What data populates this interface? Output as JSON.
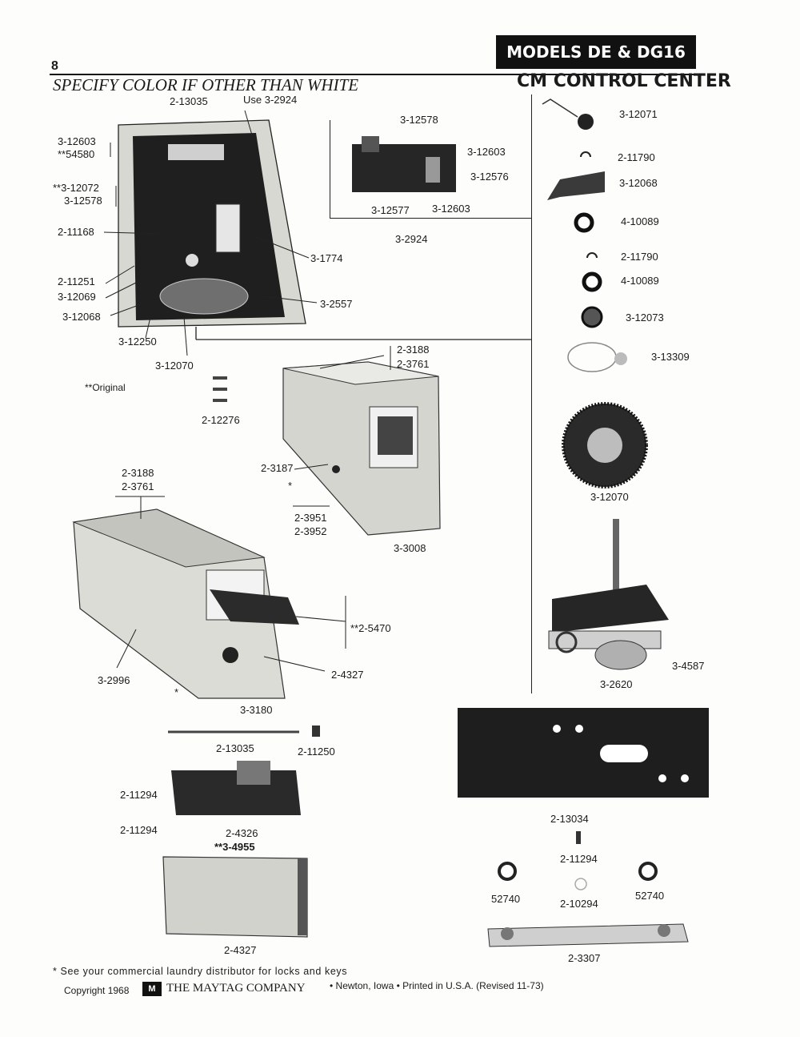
{
  "header": {
    "page_number": "8",
    "specify_note": "SPECIFY COLOR IF OTHER THAN WHITE",
    "models": "MODELS DE & DG16",
    "section": "CM CONTROL CENTER"
  },
  "top_left": {
    "labels": {
      "p1": "2-13035",
      "p2": "Use 3-2924",
      "p3": "3-12603",
      "p4": "**54580",
      "p5": "**3-12072",
      "p6": "3-12578",
      "p7": "2-11168",
      "p8": "2-11251",
      "p9": "3-12069",
      "p10": "3-12068",
      "p11": "3-12250",
      "p12": "3-12070",
      "p13": "3-1774",
      "p14": "3-2557"
    }
  },
  "switch_assembly": {
    "labels": {
      "a1": "3-12578",
      "a2": "3-12603",
      "a3": "3-12576",
      "a4": "3-12577",
      "a5": "3-12603",
      "a6": "3-2924"
    }
  },
  "right_column": {
    "labels": {
      "r1": "3-12071",
      "r2": "2-11790",
      "r3": "3-12068",
      "r4": "4-10089",
      "r5": "2-11790",
      "r6": "4-10089",
      "r7": "3-12073",
      "r8": "3-13309",
      "r9": "3-12070",
      "r10": "3-4587",
      "r11": "3-2620"
    }
  },
  "middle": {
    "labels": {
      "m1": "2-3188",
      "m2": "2-3761",
      "m3": "**Original",
      "m4": "2-12276",
      "m5": "2-3187",
      "m6": "*",
      "m7": "2-3951",
      "m8": "2-3952",
      "m9": "3-3008"
    }
  },
  "console": {
    "labels": {
      "c1": "2-3188",
      "c2": "2-3761",
      "c3": "**2-5470",
      "c4": "2-4327",
      "c5": "3-2996",
      "c6": "*",
      "c7": "3-3180"
    }
  },
  "bottom_left": {
    "labels": {
      "b1": "2-13035",
      "b2": "2-11250",
      "b3": "2-11294",
      "b4": "2-11294",
      "b5": "2-4326",
      "b6": "**3-4955",
      "b7": "2-4327"
    }
  },
  "bottom_right": {
    "labels": {
      "d1": "2-13034",
      "d2": "2-11294",
      "d3": "52740",
      "d4": "2-10294",
      "d5": "52740",
      "d6": "2-3307"
    }
  },
  "footer": {
    "locks_note": "* See your commercial laundry distributor for locks and keys",
    "copyright": "Copyright 1968",
    "company": "THE MAYTAG COMPANY",
    "location": "• Newton, Iowa • Printed in U.S.A. (Revised 11-73)"
  }
}
